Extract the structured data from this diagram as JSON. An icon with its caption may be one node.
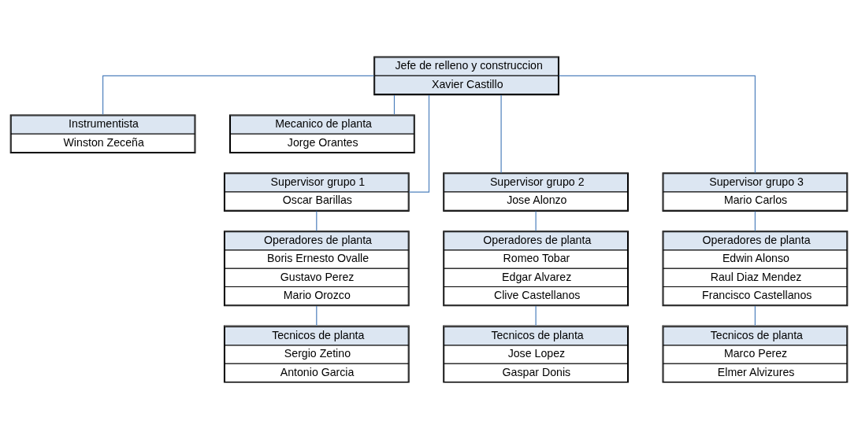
{
  "diagram": {
    "nodes": [
      {
        "text": [
          "Jefe de relleno y construccion",
          "Xavier Castillo"
        ]
      },
      {
        "text": [
          "Instrumentista",
          "Winston Zeceña"
        ]
      },
      {
        "text": [
          "Mecanico de planta",
          "Jorge Orantes"
        ]
      },
      {
        "text": [
          "Supervisor grupo 1",
          "Oscar Barillas"
        ]
      },
      {
        "text": [
          "Supervisor grupo 2",
          "Jose Alonzo"
        ]
      },
      {
        "text": [
          "Supervisor grupo 3",
          "Mario Carlos"
        ]
      },
      {
        "text": [
          "Operadores de planta",
          "Boris Ernesto Ovalle",
          "Gustavo Perez",
          "Mario Orozco"
        ]
      },
      {
        "text": [
          "Operadores de planta",
          "Romeo Tobar",
          "Edgar Alvarez",
          "Clive Castellanos"
        ]
      },
      {
        "text": [
          "Operadores de planta",
          "Edwin Alonso",
          "Raul Diaz Mendez",
          "Francisco Castellanos"
        ]
      },
      {
        "text": [
          "Tecnicos de planta",
          "Sergio Zetino",
          "Antonio Garcia"
        ]
      },
      {
        "text": [
          "Tecnicos de planta",
          "Jose Lopez",
          "Gaspar Donis"
        ]
      },
      {
        "text": [
          "Tecnicos de planta",
          "Marco Perez",
          "Elmer Alvizures"
        ]
      }
    ],
    "edges": [
      {
        "from": 0,
        "to": 1,
        "arrow": "none"
      },
      {
        "from": 0,
        "to": 2,
        "arrow": "none"
      },
      {
        "from": 0,
        "to": 3,
        "arrow": "none"
      },
      {
        "from": 0,
        "to": 4,
        "arrow": "none"
      },
      {
        "from": 0,
        "to": 5,
        "arrow": "none"
      },
      {
        "from": 3,
        "to": 6,
        "arrow": "none"
      },
      {
        "from": 4,
        "to": 7,
        "arrow": "none"
      },
      {
        "from": 5,
        "to": 8,
        "arrow": "none"
      },
      {
        "from": 6,
        "to": 9,
        "arrow": "none"
      },
      {
        "from": 7,
        "to": 10,
        "arrow": "none"
      },
      {
        "from": 8,
        "to": 11,
        "arrow": "none"
      }
    ]
  }
}
